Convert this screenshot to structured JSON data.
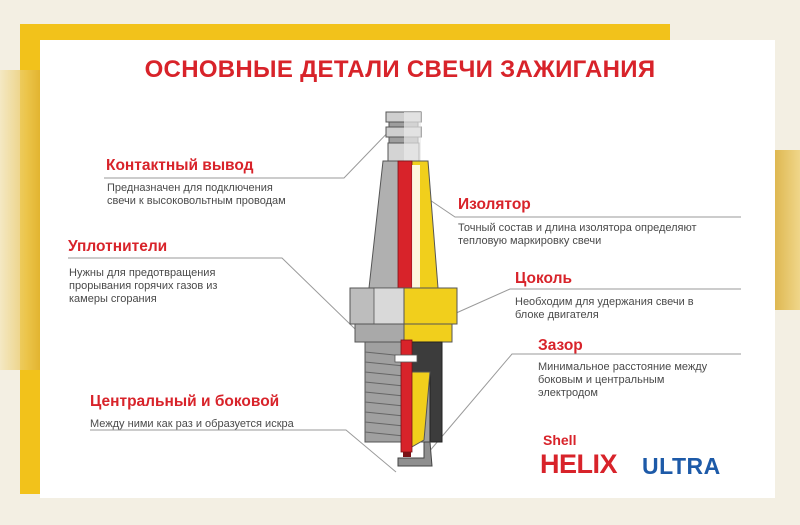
{
  "title": "ОСНОВНЫЕ ДЕТАЛИ СВЕЧИ ЗАЖИГАНИЯ",
  "labels": {
    "contact": {
      "heading": "Контактный вывод",
      "desc": [
        "Предназначен для подключения",
        "свечи к высоковольтным проводам"
      ]
    },
    "seals": {
      "heading": "Уплотнители",
      "desc": [
        "Нужны для предотвращения",
        "прорывания горячих газов из",
        "камеры сгорания"
      ]
    },
    "electrodes": {
      "heading": "Центральный и боковой",
      "desc": [
        "Между ними как раз и образуется искра"
      ]
    },
    "insulator": {
      "heading": "Изолятор",
      "desc": [
        "Точный состав и длина изолятора определяют",
        "тепловую маркировку свечи"
      ]
    },
    "shell": {
      "heading": "Цоколь",
      "desc": [
        "Необходим для удержания свечи в",
        "блоке двигателя"
      ]
    },
    "gap": {
      "heading": "Зазор",
      "desc": [
        "Минимальное расстояние между",
        "боковым и центральным",
        "электродом"
      ]
    }
  },
  "logo": {
    "shell": "Shell",
    "helix": "HELIX",
    "ultra": "ULTRA"
  },
  "colors": {
    "accent_red": "#d8232a",
    "brand_yellow": "#f2c21b",
    "brand_blue": "#1d5aa8",
    "insulator_yellow": "#f1cf1c",
    "metal_gray": "#a9a9a9"
  }
}
